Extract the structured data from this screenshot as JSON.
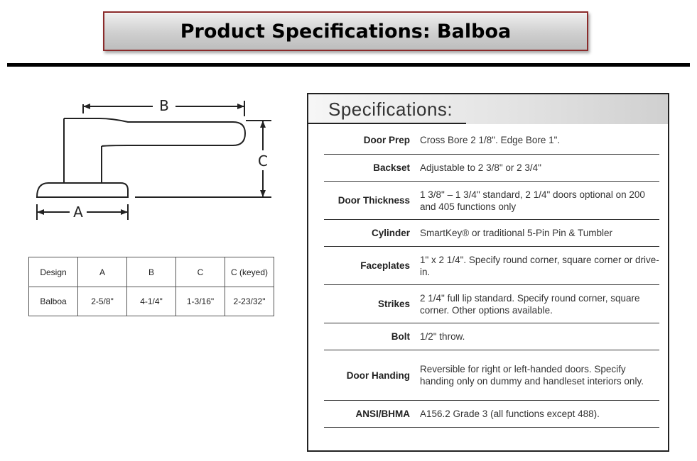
{
  "title": "Product Specifications: Balboa",
  "diagram": {
    "label_a": "A",
    "label_b": "B",
    "label_c": "C"
  },
  "dimensions_table": {
    "headers": [
      "Design",
      "A",
      "B",
      "C",
      "C (keyed)"
    ],
    "rows": [
      [
        "Balboa",
        "2-5/8\"",
        "4-1/4\"",
        "1-3/16\"",
        "2-23/32\""
      ]
    ]
  },
  "specifications": {
    "heading": "Specifications:",
    "items": [
      {
        "label": "Door Prep",
        "value": "Cross Bore 2 1/8\". Edge Bore 1\"."
      },
      {
        "label": "Backset",
        "value": "Adjustable to 2 3/8\" or 2 3/4\""
      },
      {
        "label": "Door Thickness",
        "value": "1 3/8\" – 1 3/4\" standard, 2 1/4\" doors optional on 200 and 405 functions only"
      },
      {
        "label": "Cylinder",
        "value": "SmartKey® or traditional 5-Pin Pin & Tumbler"
      },
      {
        "label": "Faceplates",
        "value": "1\" x 2 1/4\". Specify round corner, square corner or drive-in."
      },
      {
        "label": "Strikes",
        "value": "2 1/4\" full lip standard. Specify round corner, square corner. Other options available."
      },
      {
        "label": "Bolt",
        "value": "1/2\" throw."
      },
      {
        "label": "Door Handing",
        "value": "Reversible for right or left-handed doors. Specify handing only on dummy and handleset interiors only."
      },
      {
        "label": "ANSI/BHMA",
        "value": "A156.2 Grade 3 (all functions except 488)."
      }
    ]
  }
}
